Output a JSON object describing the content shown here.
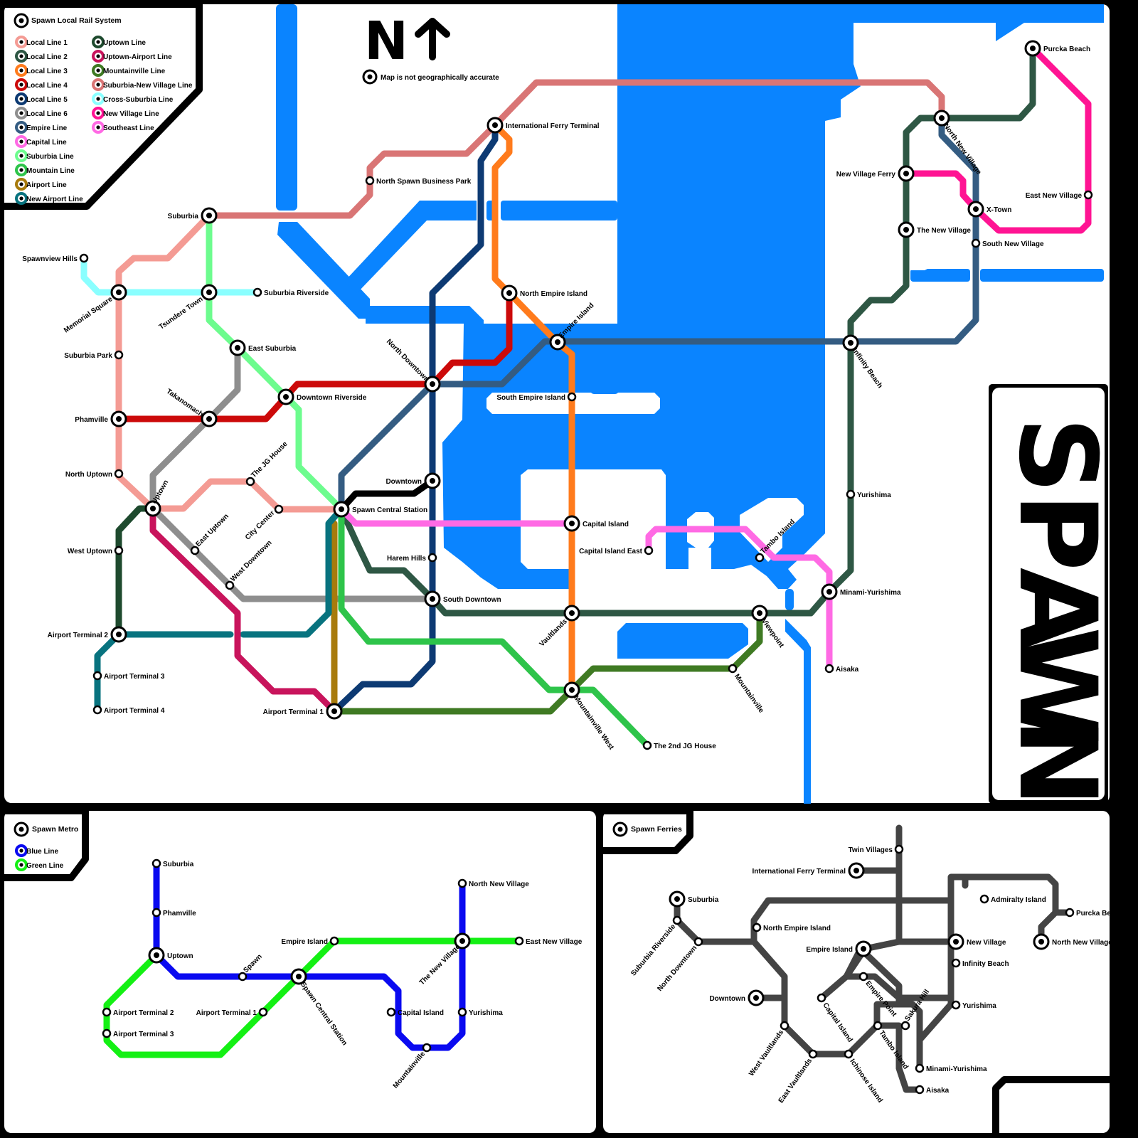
{
  "main_map": {
    "title": "Spawn Local Rail System",
    "note": "Map is not geographically accurate",
    "north_label": "N",
    "city_label": "SPAWN",
    "legend": [
      {
        "name": "Local Line 1",
        "color": "#f49b94"
      },
      {
        "name": "Local Line 2",
        "color": "#2e5744"
      },
      {
        "name": "Local Line 3",
        "color": "#ff7b1c"
      },
      {
        "name": "Local Line 4",
        "color": "#cc0a0a"
      },
      {
        "name": "Local Line 5",
        "color": "#0d3a73"
      },
      {
        "name": "Local Line 6",
        "color": "#8e8e8e"
      },
      {
        "name": "Empire Line",
        "color": "#345c82"
      },
      {
        "name": "Capital Line",
        "color": "#ff6ae4"
      },
      {
        "name": "Suburbia Line",
        "color": "#6dfc8e"
      },
      {
        "name": "Mountain Line",
        "color": "#2ec44a"
      },
      {
        "name": "Airport Line",
        "color": "#a87b0c"
      },
      {
        "name": "New Airport Line",
        "color": "#08737f"
      },
      {
        "name": "Uptown Line",
        "color": "#1e4a2e"
      },
      {
        "name": "Uptown-Airport Line",
        "color": "#c8145c"
      },
      {
        "name": "Mountainville Line",
        "color": "#3f7a23"
      },
      {
        "name": "Suburbia-New Village Line",
        "color": "#d97575"
      },
      {
        "name": "Cross-Suburbia Line",
        "color": "#8affff"
      },
      {
        "name": "New Village Line",
        "color": "#ff1493"
      },
      {
        "name": "Southeast Line",
        "color": "#ff6ae4"
      }
    ],
    "stations": [
      {
        "name": "International Ferry Terminal"
      },
      {
        "name": "North Spawn Business Park"
      },
      {
        "name": "Suburbia"
      },
      {
        "name": "Spawnview Hills"
      },
      {
        "name": "Memorial Square"
      },
      {
        "name": "Tsundere Town"
      },
      {
        "name": "Suburbia Riverside"
      },
      {
        "name": "Suburbia Park"
      },
      {
        "name": "East Suburbia"
      },
      {
        "name": "Takanomachi"
      },
      {
        "name": "Downtown Riverside"
      },
      {
        "name": "Phamville"
      },
      {
        "name": "North Downtown"
      },
      {
        "name": "North Empire Island"
      },
      {
        "name": "Empire Island"
      },
      {
        "name": "South Empire Island"
      },
      {
        "name": "North Uptown"
      },
      {
        "name": "The JG House"
      },
      {
        "name": "Downtown"
      },
      {
        "name": "Uptown"
      },
      {
        "name": "City Center"
      },
      {
        "name": "Spawn Central Station"
      },
      {
        "name": "Capital Island"
      },
      {
        "name": "Capital Island East"
      },
      {
        "name": "Tambo Island"
      },
      {
        "name": "East Uptown"
      },
      {
        "name": "West Uptown"
      },
      {
        "name": "Harem Hills"
      },
      {
        "name": "West Downtown"
      },
      {
        "name": "South Downtown"
      },
      {
        "name": "Airport Terminal 2"
      },
      {
        "name": "Vaultlands"
      },
      {
        "name": "Viewpoint"
      },
      {
        "name": "Minami-Yurishima"
      },
      {
        "name": "Airport Terminal 3"
      },
      {
        "name": "Mountainville"
      },
      {
        "name": "Aisaka"
      },
      {
        "name": "Airport Terminal 1"
      },
      {
        "name": "Airport Terminal 4"
      },
      {
        "name": "Mountainville West"
      },
      {
        "name": "The 2nd JG House"
      },
      {
        "name": "Purcka Beach"
      },
      {
        "name": "North New Village"
      },
      {
        "name": "New Village Ferry"
      },
      {
        "name": "East New Village"
      },
      {
        "name": "X-Town"
      },
      {
        "name": "The New Village"
      },
      {
        "name": "South New Village"
      },
      {
        "name": "Infinity Beach"
      },
      {
        "name": "Yurishima"
      }
    ]
  },
  "metro_map": {
    "title": "Spawn Metro",
    "legend": [
      {
        "name": "Blue Line",
        "color": "#0a0af0"
      },
      {
        "name": "Green Line",
        "color": "#14f014"
      }
    ],
    "stations": [
      {
        "name": "Suburbia"
      },
      {
        "name": "Phamville"
      },
      {
        "name": "Uptown"
      },
      {
        "name": "Spawn"
      },
      {
        "name": "Airport Terminal 2"
      },
      {
        "name": "Airport Terminal 3"
      },
      {
        "name": "Airport Terminal 1"
      },
      {
        "name": "Spawn Central Station"
      },
      {
        "name": "Empire Island"
      },
      {
        "name": "Capital Island"
      },
      {
        "name": "Mountainville"
      },
      {
        "name": "The New Village"
      },
      {
        "name": "North New Village"
      },
      {
        "name": "East New Village"
      },
      {
        "name": "Yurishima"
      }
    ]
  },
  "ferry_map": {
    "title": "Spawn Ferries",
    "line_color": "#444444",
    "stations": [
      {
        "name": "Twin Villages"
      },
      {
        "name": "International Ferry Terminal"
      },
      {
        "name": "Suburbia"
      },
      {
        "name": "Admiralty Island"
      },
      {
        "name": "Purcka Beach"
      },
      {
        "name": "Suburbia Riverside"
      },
      {
        "name": "North Empire Island"
      },
      {
        "name": "North Downtown"
      },
      {
        "name": "Empire Island"
      },
      {
        "name": "New Village"
      },
      {
        "name": "North New Village"
      },
      {
        "name": "Infinity Beach"
      },
      {
        "name": "Empire Point"
      },
      {
        "name": "Downtown"
      },
      {
        "name": "Capital Island"
      },
      {
        "name": "Tambo Island"
      },
      {
        "name": "Sakura Hill"
      },
      {
        "name": "Yurishima"
      },
      {
        "name": "West Vaultlands"
      },
      {
        "name": "East Vaultlands"
      },
      {
        "name": "Ichinose Island"
      },
      {
        "name": "Minami-Yurishima"
      },
      {
        "name": "Aisaka"
      }
    ]
  },
  "water_color": "#0a84ff"
}
